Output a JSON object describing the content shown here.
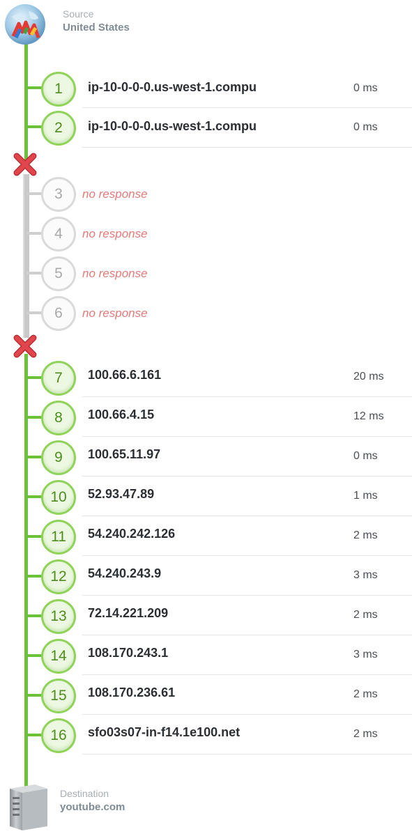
{
  "source": {
    "label": "Source",
    "location": "United States"
  },
  "destination": {
    "label": "Destination",
    "host": "youtube.com"
  },
  "hops": [
    {
      "num": "1",
      "host": "ip-10-0-0-0.us-west-1.compu",
      "time": "0 ms"
    },
    {
      "num": "2",
      "host": "ip-10-0-0-0.us-west-1.compu",
      "time": "0 ms"
    },
    {
      "num": "3",
      "status": "no response"
    },
    {
      "num": "4",
      "status": "no response"
    },
    {
      "num": "5",
      "status": "no response"
    },
    {
      "num": "6",
      "status": "no response"
    },
    {
      "num": "7",
      "host": "100.66.6.161",
      "time": "20 ms"
    },
    {
      "num": "8",
      "host": "100.66.4.15",
      "time": "12 ms"
    },
    {
      "num": "9",
      "host": "100.65.11.97",
      "time": "0 ms"
    },
    {
      "num": "10",
      "host": "52.93.47.89",
      "time": "1 ms"
    },
    {
      "num": "11",
      "host": "54.240.242.126",
      "time": "2 ms"
    },
    {
      "num": "12",
      "host": "54.240.243.9",
      "time": "3 ms"
    },
    {
      "num": "13",
      "host": "72.14.221.209",
      "time": "2 ms"
    },
    {
      "num": "14",
      "host": "108.170.243.1",
      "time": "3 ms"
    },
    {
      "num": "15",
      "host": "108.170.236.61",
      "time": "2 ms"
    },
    {
      "num": "16",
      "host": "sfo03s07-in-f14.1e100.net",
      "time": "2 ms"
    }
  ],
  "colors": {
    "ok": "#6cc03a",
    "lost": "#cfcfcf",
    "error": "#e57a7a",
    "fail_mark": "#e0464b"
  },
  "icons": {
    "source": "globe-logo-icon",
    "destination": "server-tower-icon",
    "failure": "red-x-icon"
  }
}
